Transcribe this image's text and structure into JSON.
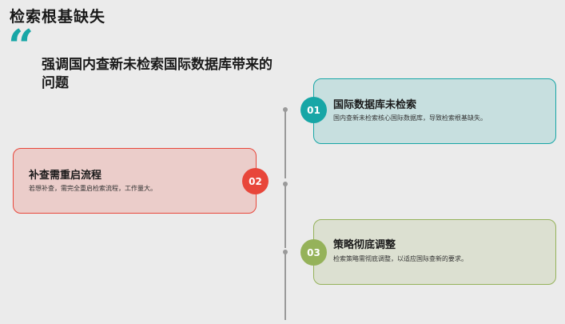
{
  "page": {
    "title": "检索根基缺失",
    "quote_mark": "“",
    "subtitle": "强调国内查新未检索国际数据库带来的问题"
  },
  "items": [
    {
      "number": "01",
      "title": "国际数据库未检索",
      "description": "国内查新未检索核心国际数据库，导致检索根基缺失。",
      "color": "#17a6a6"
    },
    {
      "number": "02",
      "title": "补查需重启流程",
      "description": "若想补查，需完全重启检索流程，工作量大。",
      "color": "#e8463a"
    },
    {
      "number": "03",
      "title": "策略彻底调整",
      "description": "检索策略需彻底调整，以适应国际查新的要求。",
      "color": "#95b25a"
    }
  ]
}
